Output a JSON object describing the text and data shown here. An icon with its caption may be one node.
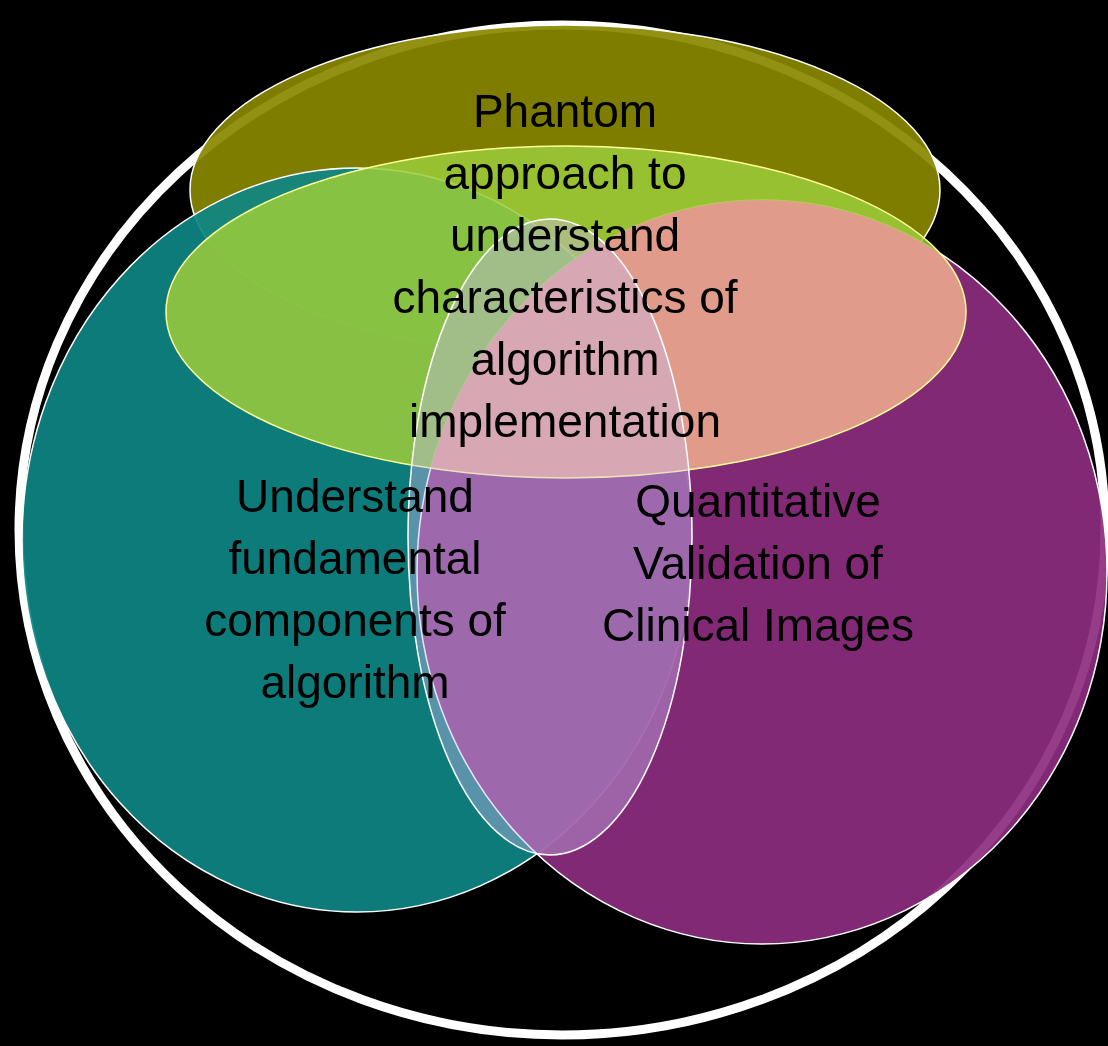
{
  "diagram": {
    "nodes": [
      {
        "text": [
          "Phantom approach to understand characteristics of algorithm implementation"
        ]
      },
      {
        "text": [
          "Understand fundamental components of algorithm"
        ]
      },
      {
        "text": [
          "Quantitative Validation of Clinical Images"
        ]
      }
    ]
  }
}
